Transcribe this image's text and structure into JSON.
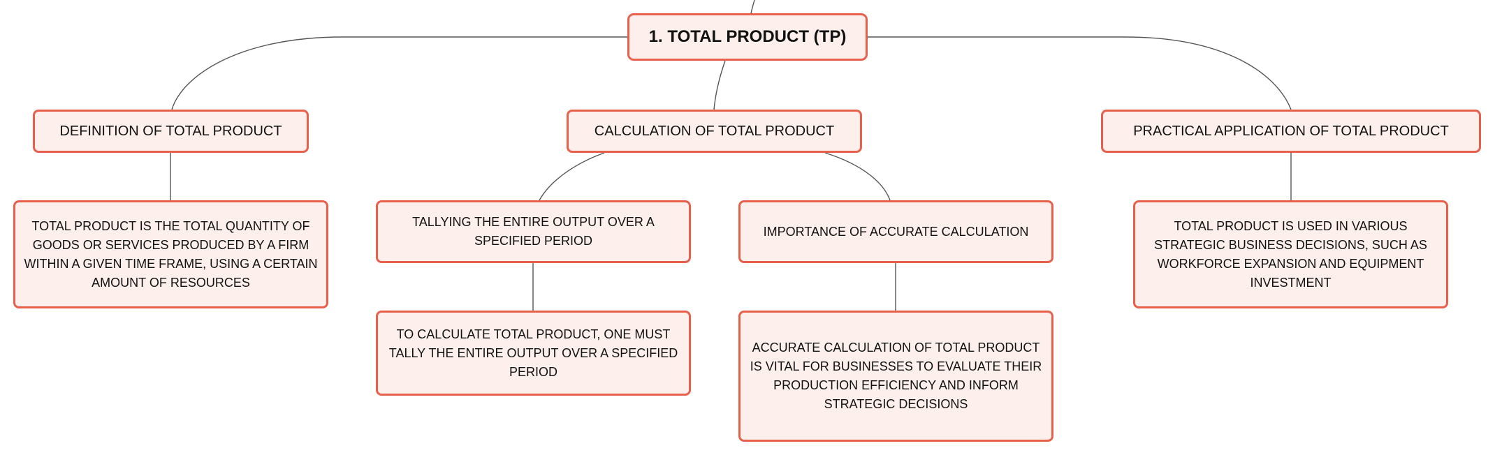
{
  "root": {
    "label": "1. TOTAL PRODUCT (TP)"
  },
  "branches": [
    {
      "label": "DEFINITION OF TOTAL PRODUCT"
    },
    {
      "label": "CALCULATION OF TOTAL PRODUCT"
    },
    {
      "label": "PRACTICAL APPLICATION OF TOTAL PRODUCT"
    }
  ],
  "leaves": {
    "definition": "TOTAL PRODUCT IS THE TOTAL QUANTITY OF GOODS OR SERVICES PRODUCED BY A FIRM WITHIN A GIVEN TIME FRAME, USING A CERTAIN AMOUNT OF RESOURCES",
    "tallying": "TALLYING THE ENTIRE OUTPUT OVER A SPECIFIED PERIOD",
    "importance": "IMPORTANCE OF ACCURATE CALCULATION",
    "tallying_detail": "TO CALCULATE TOTAL PRODUCT, ONE MUST TALLY THE ENTIRE OUTPUT OVER A SPECIFIED PERIOD",
    "importance_detail": "ACCURATE CALCULATION OF TOTAL PRODUCT IS VITAL FOR BUSINESSES TO EVALUATE THEIR PRODUCTION EFFICIENCY AND INFORM STRATEGIC DECISIONS",
    "application": "TOTAL PRODUCT IS USED IN VARIOUS STRATEGIC BUSINESS DECISIONS, SUCH AS WORKFORCE EXPANSION AND EQUIPMENT INVESTMENT"
  },
  "colors": {
    "node_border": "#e8604c",
    "node_fill": "#fdf0ec",
    "connector": "#555555",
    "text": "#111111"
  }
}
